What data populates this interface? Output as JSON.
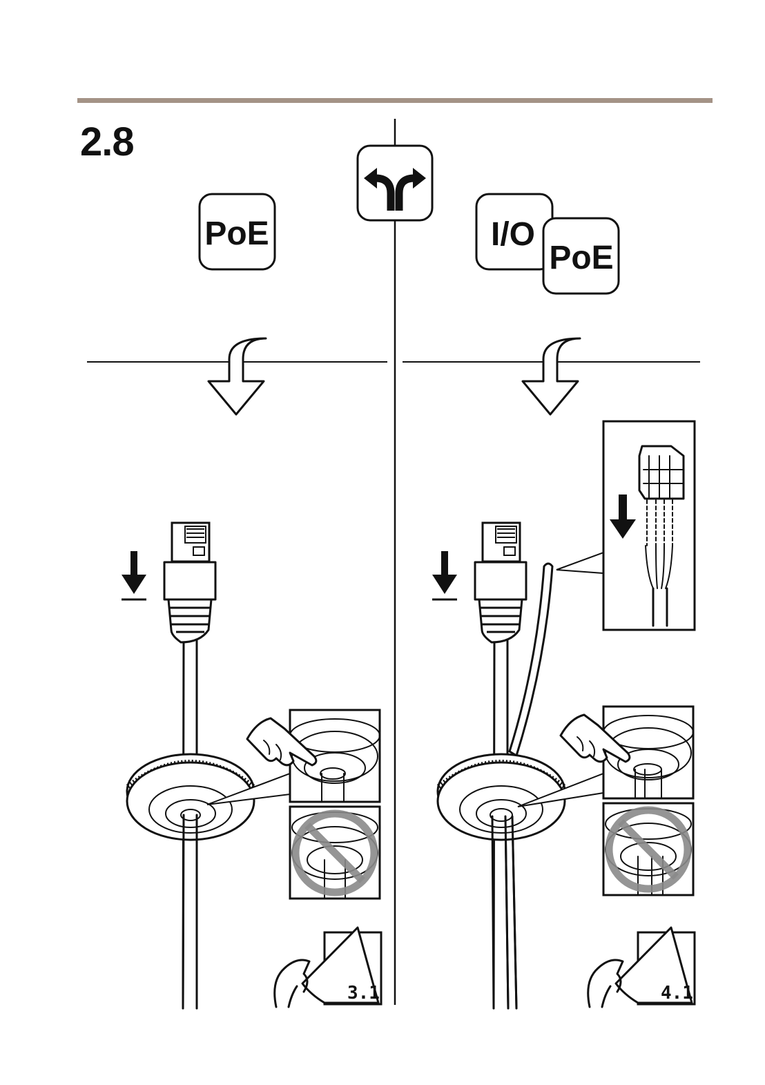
{
  "step_number": "2.8",
  "badges": {
    "left_poe": "PoE",
    "right_io": "I/O",
    "right_poe": "PoE"
  },
  "page_refs": {
    "left": "3.1",
    "right": "4.1"
  },
  "colors": {
    "top_rule": "#a49386",
    "line": "#111111",
    "prohibited": "#8a8a8a"
  },
  "icons": [
    "fork-arrows-icon",
    "down-arrow-icon",
    "press-arrow-icon",
    "rj45-connector-icon",
    "gasket-icon",
    "prohibited-icon",
    "page-turn-icon"
  ]
}
